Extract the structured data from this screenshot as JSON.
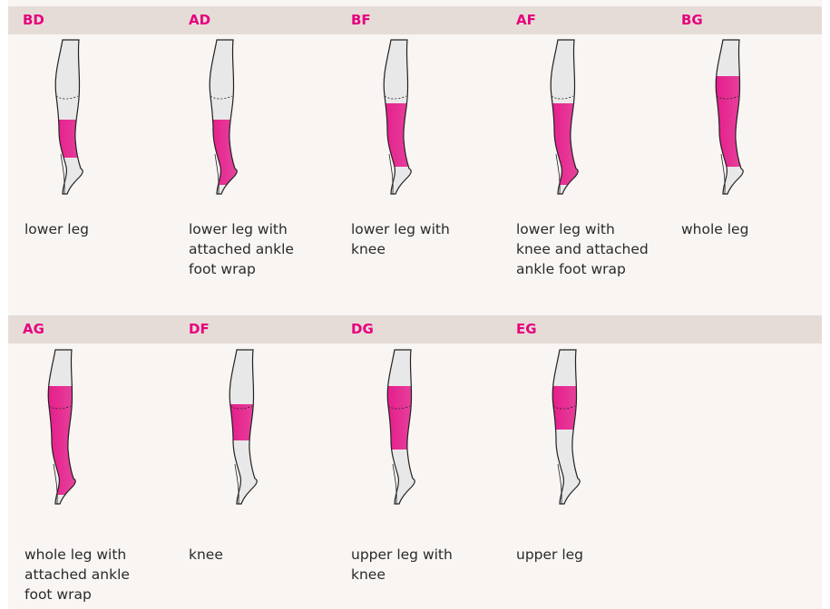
{
  "rows": [
    {
      "items": [
        {
          "code": "BD",
          "description": "lower leg"
        },
        {
          "code": "AD",
          "description": "lower leg with attached ankle foot wrap"
        },
        {
          "code": "BF",
          "description": "lower leg with knee"
        },
        {
          "code": "AF",
          "description": "lower leg with knee and attached ankle foot wrap"
        },
        {
          "code": "BG",
          "description": "whole leg"
        }
      ]
    },
    {
      "items": [
        {
          "code": "AG",
          "description": "whole leg with attached ankle foot wrap"
        },
        {
          "code": "DF",
          "description": "knee"
        },
        {
          "code": "DG",
          "description": "upper leg with knee"
        },
        {
          "code": "EG",
          "description": "upper leg"
        }
      ]
    }
  ],
  "colors": {
    "accent": "#e6007e",
    "header_band": "#e6dcd7",
    "panel": "#f8f5f3",
    "leg_fill": "#e8e8e8",
    "outline": "#222222"
  },
  "icons": [
    "leg-garment-illustration"
  ]
}
